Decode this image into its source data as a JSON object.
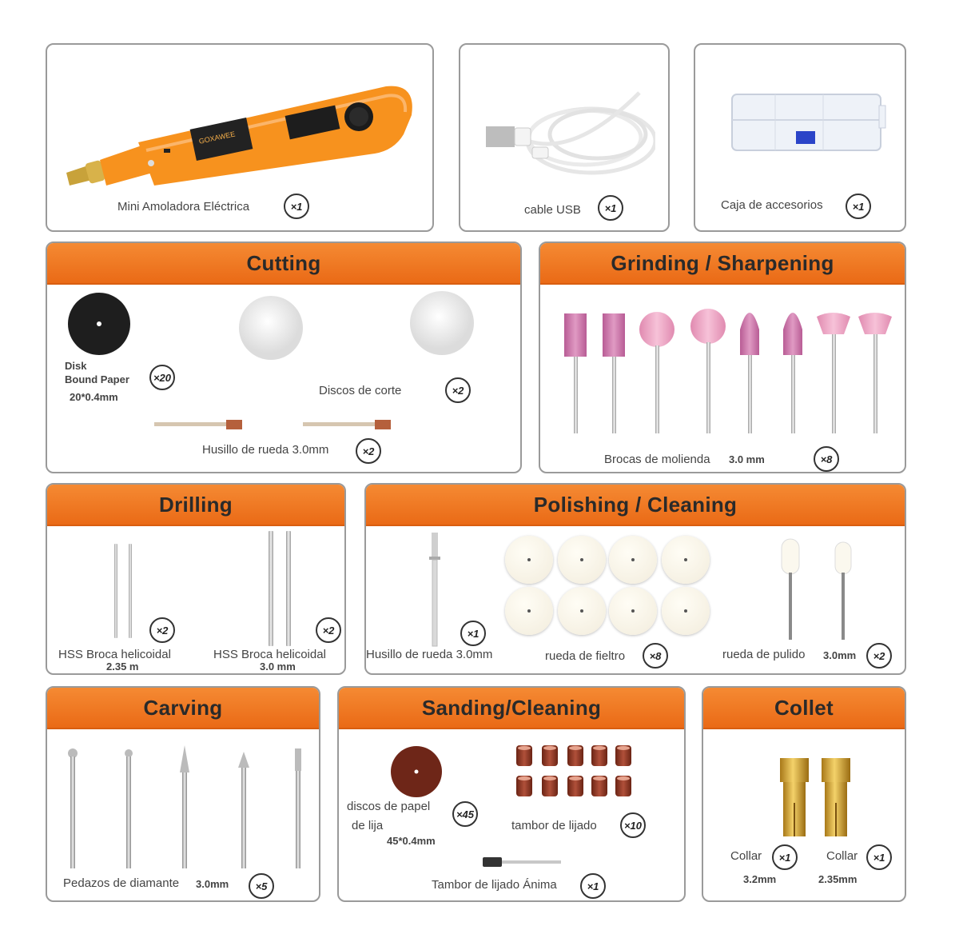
{
  "top": {
    "grinder": {
      "label": "Mini Amoladora Eléctrica",
      "qty": "×1",
      "brand": "GOXAWEE"
    },
    "cable": {
      "label": "cable USB",
      "qty": "×1"
    },
    "box": {
      "label": "Caja de accesorios",
      "qty": "×1"
    }
  },
  "cutting": {
    "title": "Cutting",
    "disk_label_1": "Disk",
    "disk_label_2": "Bound Paper",
    "disk_size": "20*0.4mm",
    "disk_qty": "×20",
    "discos_label": "Discos de corte",
    "discos_qty": "×2",
    "husillo_label": "Husillo de rueda 3.0mm",
    "husillo_qty": "×2"
  },
  "grinding": {
    "title": "Grinding / Sharpening",
    "label": "Brocas de molienda",
    "size": "3.0 mm",
    "qty": "×8"
  },
  "drilling": {
    "title": "Drilling",
    "bit1_label": "HSS Broca helicoidal",
    "bit1_size": "2.35 m",
    "bit1_qty": "×2",
    "bit2_label": "HSS Broca helicoidal",
    "bit2_size": "3.0 mm",
    "bit2_qty": "×2"
  },
  "polishing": {
    "title": "Polishing / Cleaning",
    "husillo_label": "Husillo de rueda 3.0mm",
    "husillo_qty": "×1",
    "fieltro_label": "rueda de fieltro",
    "fieltro_qty": "×8",
    "pulido_label": "rueda de pulido",
    "pulido_size": "3.0mm",
    "pulido_qty": "×2"
  },
  "carving": {
    "title": "Carving",
    "label": "Pedazos de diamante",
    "size": "3.0mm",
    "qty": "×5"
  },
  "sanding": {
    "title": "Sanding/Cleaning",
    "discos_label_1": "discos de papel",
    "discos_label_2": "de lija",
    "discos_size": "45*0.4mm",
    "discos_qty": "×45",
    "tambor_label": "tambor de lijado",
    "tambor_qty": "×10",
    "anima_label": "Tambor de lijado Ánima",
    "anima_qty": "×1"
  },
  "collet": {
    "title": "Collet",
    "c1_label": "Collar",
    "c1_qty": "×1",
    "c1_size": "3.2mm",
    "c2_label": "Collar",
    "c2_qty": "×1",
    "c2_size": "2.35mm"
  },
  "colors": {
    "accent": "#ef7420",
    "border": "#9a9a9a",
    "tool_orange": "#f7921e"
  }
}
